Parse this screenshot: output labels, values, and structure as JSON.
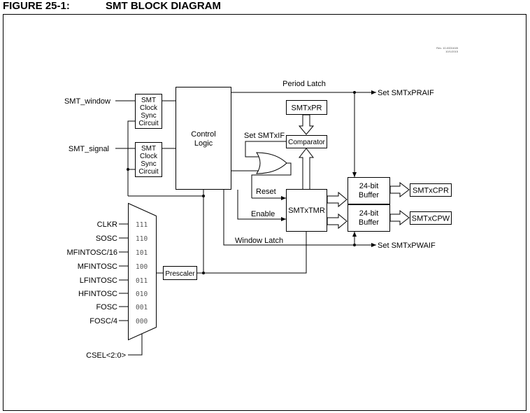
{
  "figure": {
    "number": "FIGURE 25-1:",
    "title": "SMT BLOCK DIAGRAM",
    "rev": "Rev. 10-000161B",
    "rev_date": "10/1/2015"
  },
  "inputs": {
    "smt_window": "SMT_window",
    "smt_signal": "SMT_signal"
  },
  "sync_circuit_lines": [
    "SMT",
    "Clock",
    "Sync",
    "Circuit"
  ],
  "control_logic_lines": [
    "Control",
    "Logic"
  ],
  "signals": {
    "period_latch": "Period Latch",
    "window_latch": "Window Latch",
    "set_smtxif": "Set SMTxIF",
    "reset": "Reset",
    "enable": "Enable",
    "set_smtxpraif": "Set SMTxPRAIF",
    "set_smtxpwaif": "Set SMTxPWAIF",
    "csel": "CSEL<2:0>"
  },
  "blocks": {
    "smtxpr": "SMTxPR",
    "comparator": "Comparator",
    "smtxtmr": "SMTxTMR",
    "prescaler": "Prescaler",
    "buffer_lines": [
      "24-bit",
      "Buffer"
    ],
    "smtxcpr": "SMTxCPR",
    "smtxcpw": "SMTxCPW"
  },
  "mux_inputs": [
    {
      "label": "CLKR",
      "code": "111"
    },
    {
      "label": "SOSC",
      "code": "110"
    },
    {
      "label": "MFINTOSC/16",
      "code": "101"
    },
    {
      "label": "MFINTOSC",
      "code": "100"
    },
    {
      "label": "LFINTOSC",
      "code": "011"
    },
    {
      "label": "HFINTOSC",
      "code": "010"
    },
    {
      "label": "FOSC",
      "code": "001"
    },
    {
      "label": "FOSC/4",
      "code": "000"
    }
  ]
}
